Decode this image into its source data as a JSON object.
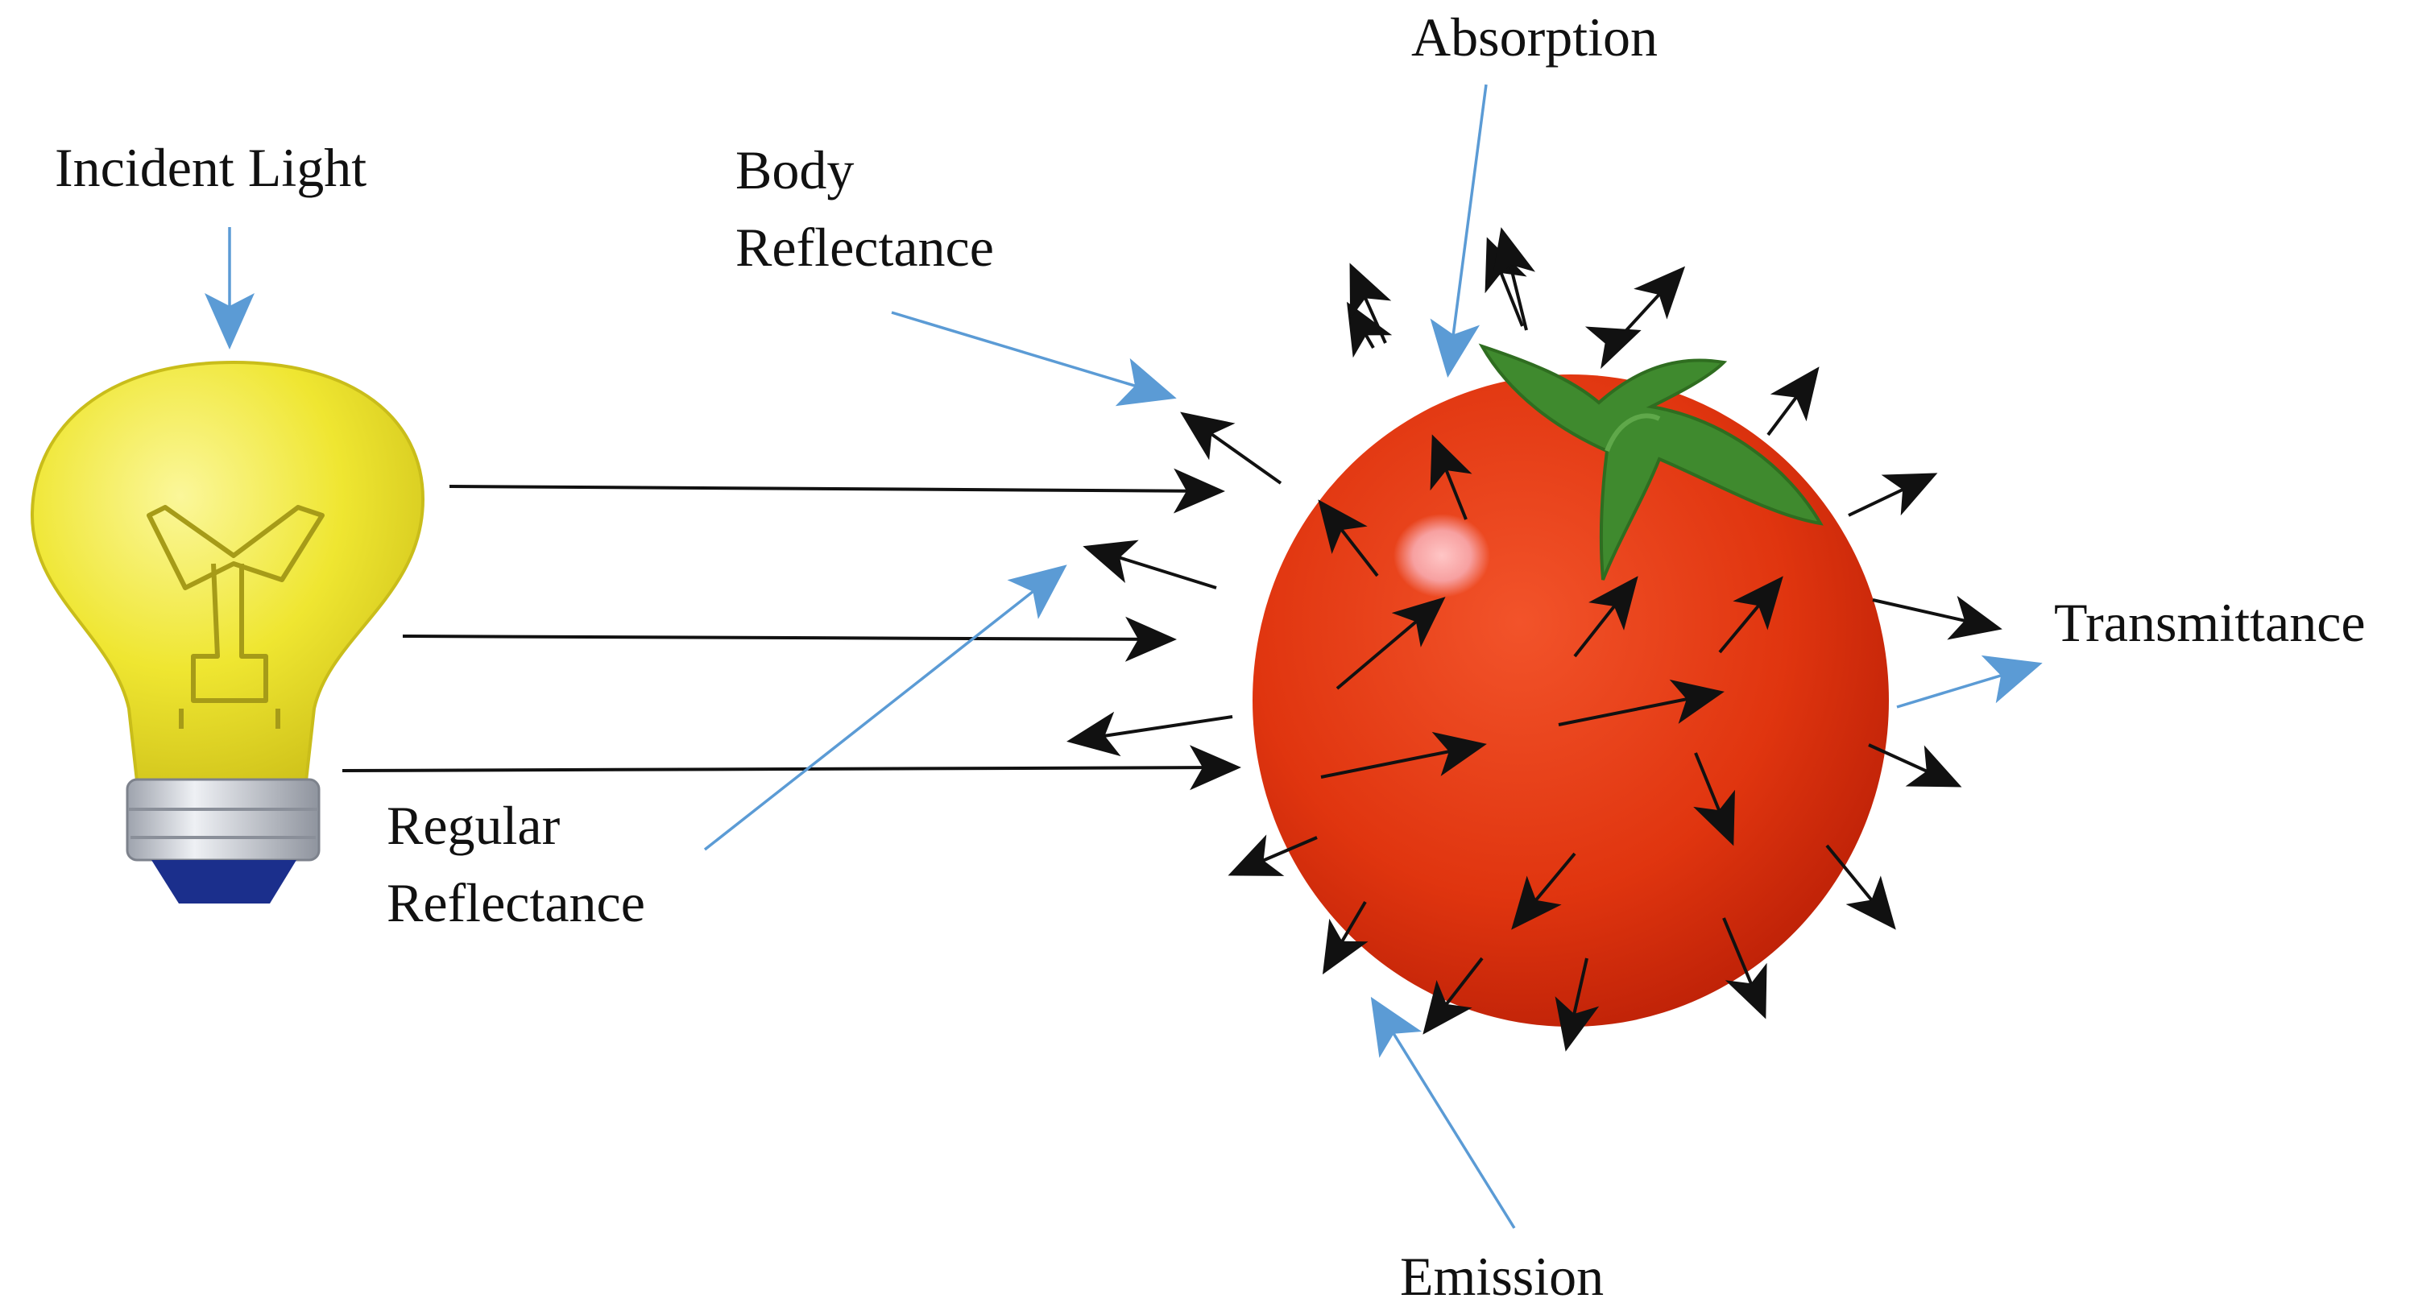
{
  "labels": {
    "incident_light": "Incident Light",
    "body_reflectance": [
      "Body",
      "Reflectance"
    ],
    "absorption": "Absorption",
    "transmittance": "Transmittance",
    "regular_reflectance": [
      "Regular",
      "Reflectance"
    ],
    "emission": "Emission"
  },
  "colors": {
    "label_arrow": "#5b9bd5",
    "light_ray": "#111111",
    "bulb_glass": "#f1ea2e",
    "bulb_base": "#c9ccd3",
    "bulb_tip": "#1b2f8c",
    "tomato": "#e23a12",
    "stem": "#3f8a2e"
  },
  "icons": [
    "light-bulb-icon",
    "tomato-icon"
  ]
}
